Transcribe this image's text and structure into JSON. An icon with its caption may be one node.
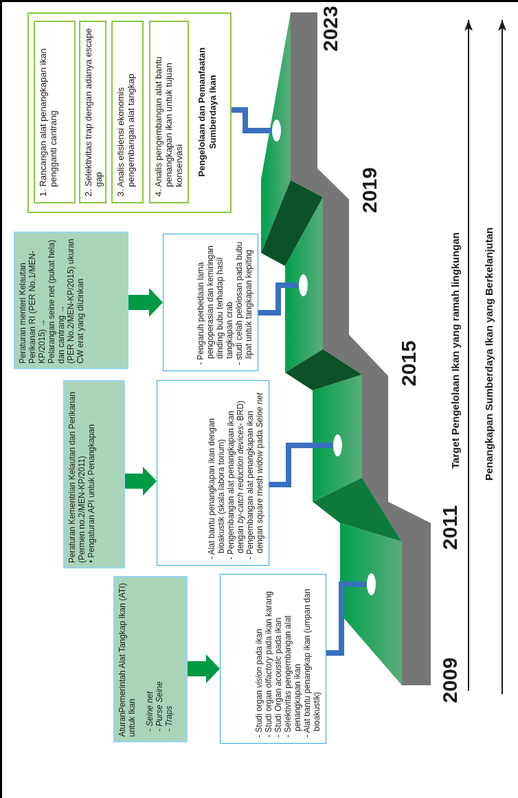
{
  "diagram": {
    "nodes": [
      {
        "text": [
          "AturanPemerintah Alat Tangkap Ikan (ATI) untuk Ikan",
          "- *Seine net*",
          "- *Purse Seine*",
          "- *Traps*"
        ]
      },
      {
        "text": [
          "- Studi organ *vision* pada ikan",
          "- Studi organ *olfactory* pada ikan karang",
          "- Studi Organ *acoustic* pada ikan",
          "- Selektivitas pengembangan alat penangkapan ikan",
          "- Alat bantu penangkap ikan (umpan dan bioakustik)"
        ]
      },
      {
        "text": [],
        "shape": "circle"
      },
      {
        "text": [
          "Peraturan Kementrian Kelautan dan Perikanan (Permen no.2/MEN-KP/2011)",
          "• Pengaturan API untuk Penangkapan"
        ]
      },
      {
        "text": [
          "- Alat bantu penangkapan ikan dengan bioakustik (skala labora torium)",
          "- Pengembangan alat penangkapan ikan dengan *by-catch reduction devices*- BRD)",
          "- Pengembangan alat penangkapan ikan dengan square mesh *widow* pada *Seine net*"
        ]
      },
      {
        "text": [],
        "shape": "circle"
      },
      {
        "text": [
          "Peraturan menteri Kelautan Perikanan RI (PER No.1/MEN-KP/2015) →",
          "Pelarangan seine net (pukat hela) dan cantrang →",
          "(PER No.2/MEN-KP/2015) ukuran CW erat yang diizinkan"
        ]
      },
      {
        "text": [
          "- Pengaruh perbedaan lama pengoperasian dan kemiringan dinding bubu terhadap hasil tangkapan crab",
          "- studi celah pelolosan pada bubu lipat untuk tangkapan kepiting"
        ]
      },
      {
        "text": [],
        "shape": "circle"
      },
      {
        "text": [
          "Pengelolaan dan Pemanfaatan Sumberdaya Ikan"
        ]
      },
      {
        "text": [
          "1. Rancangan alat penangkapan ikan pengganti cantrang"
        ],
        "in": 9
      },
      {
        "text": [
          "2. Selektivitas trap dengan adanya escape gap"
        ],
        "in": 9
      },
      {
        "text": [
          "3. Analis efisiensi ekonomis pengembangan alat tangkap"
        ],
        "in": 9
      },
      {
        "text": [
          "4. Analis pengembangan alat bantu penangkapan ikan untuk tujuan konservasi"
        ],
        "in": 9
      },
      {
        "text": [],
        "shape": "circle"
      }
    ],
    "edges": [
      {
        "from": 0,
        "to": 1,
        "arrow": "to",
        "style": "thick",
        "color": "#009a44"
      },
      {
        "from": 1,
        "to": 2,
        "arrow": "none",
        "color": "#3a70c0"
      },
      {
        "from": 3,
        "to": 4,
        "arrow": "to",
        "style": "thick",
        "color": "#009a44"
      },
      {
        "from": 4,
        "to": 5,
        "arrow": "none",
        "color": "#3a70c0"
      },
      {
        "from": 6,
        "to": 7,
        "arrow": "to",
        "style": "thick",
        "color": "#009a44"
      },
      {
        "from": 7,
        "to": 8,
        "arrow": "none",
        "color": "#3a70c0"
      },
      {
        "from": 9,
        "to": 14,
        "arrow": "none",
        "color": "#3a70c0"
      }
    ],
    "labels": [
      "2009",
      "2011",
      "2015",
      "2019",
      "2023",
      "Target Pengelolaan Ikan yang ramah lingkungan",
      "Penangkapan Sumberdaya Ikan yang Berkelanjutan"
    ]
  }
}
